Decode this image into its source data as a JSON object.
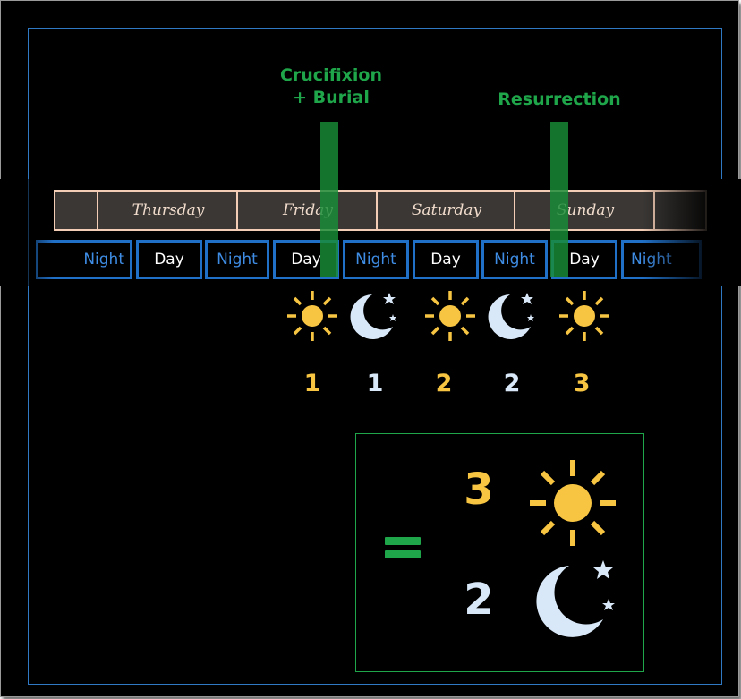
{
  "events": {
    "crucifixion_line1": "Crucifixion",
    "crucifixion_line2": "+ Burial",
    "resurrection": "Resurrection"
  },
  "weekdays": [
    "",
    "Thursday",
    "Friday",
    "Saturday",
    "Sunday",
    ""
  ],
  "periods": [
    "Night",
    "Day",
    "Night",
    "Day",
    "Night",
    "Day",
    "Night",
    "Day",
    "Night"
  ],
  "counts": [
    {
      "icon": "sun-icon",
      "value": "1"
    },
    {
      "icon": "moon-icon",
      "value": "1"
    },
    {
      "icon": "sun-icon",
      "value": "2"
    },
    {
      "icon": "moon-icon",
      "value": "2"
    },
    {
      "icon": "sun-icon",
      "value": "3"
    }
  ],
  "result": {
    "equals_sign": "=",
    "days_total": "3",
    "nights_total": "2"
  },
  "colors": {
    "green": "#1fa64a",
    "sun": "#f7c542",
    "moon": "#d9e8f8",
    "period_border": "#2170c7",
    "night_text": "#3e8ce4",
    "dayname_border": "#f3cdb6"
  }
}
